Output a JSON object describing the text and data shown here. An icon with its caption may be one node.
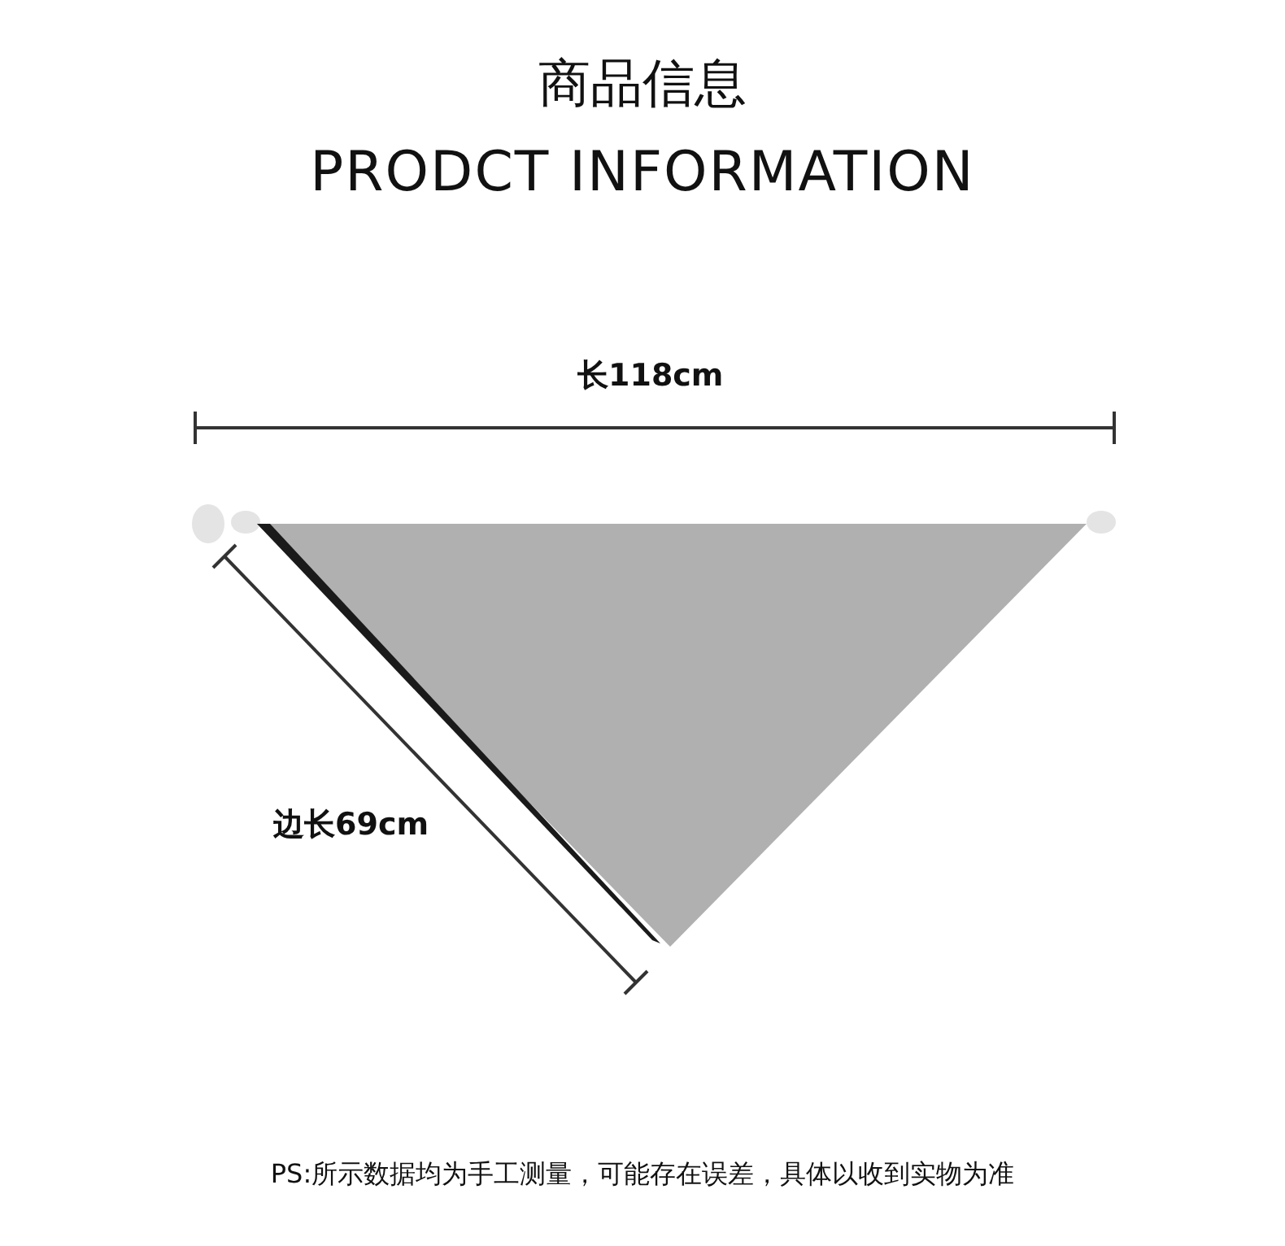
{
  "diagram": {
    "title": "商品信息",
    "labels": [
      "PRODCT INFORMATION",
      "长118cm",
      "边长69cm"
    ],
    "caption": "PS:所示数据均为手工测量，可能存在误差，具体以收到实物为准"
  }
}
